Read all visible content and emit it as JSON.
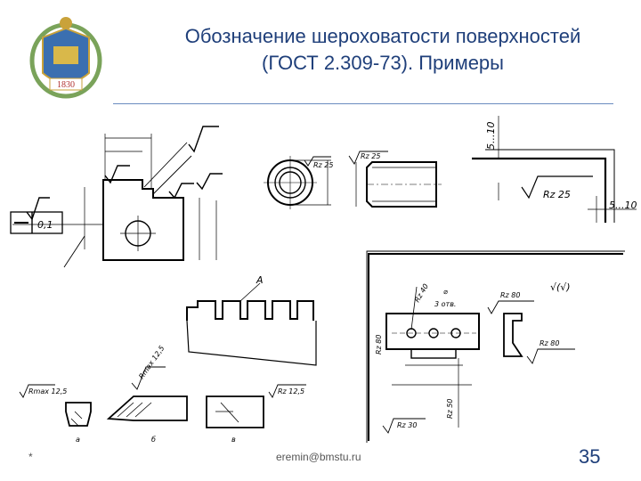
{
  "slide": {
    "title_line1": "Обозначение шероховатости поверхностей",
    "title_line2": "(ГОСТ 2.309-73). Примеры",
    "logo_year": "1830",
    "footer_star": "*",
    "footer_email": "eremin@bmstu.ru",
    "page_number": "35"
  },
  "drawings": {
    "flatness_value": "0,1",
    "rz25_a": "Rz 25",
    "rz25_b": "Rz 25",
    "rz25_big": "Rz 25",
    "dim_5_10_vertical": "5...10",
    "dim_5_10_horizontal": "5...10",
    "label_A": "A",
    "rz40": "Rz 40",
    "diam": "⌀",
    "holes": "3 отв.",
    "rz80_top": "Rz 80",
    "rz80_left": "Rz 80",
    "rz80_right": "Rz 80",
    "rz50": "Rz 50",
    "rz30": "Rz 30",
    "rz_general": "√(√)",
    "rmax_a": "Rmax 12,5",
    "rmax_b": "Rmax 12,5",
    "rz_c": "Rz 12,5",
    "sub_a": "а",
    "sub_b": "б",
    "sub_c": "в"
  }
}
